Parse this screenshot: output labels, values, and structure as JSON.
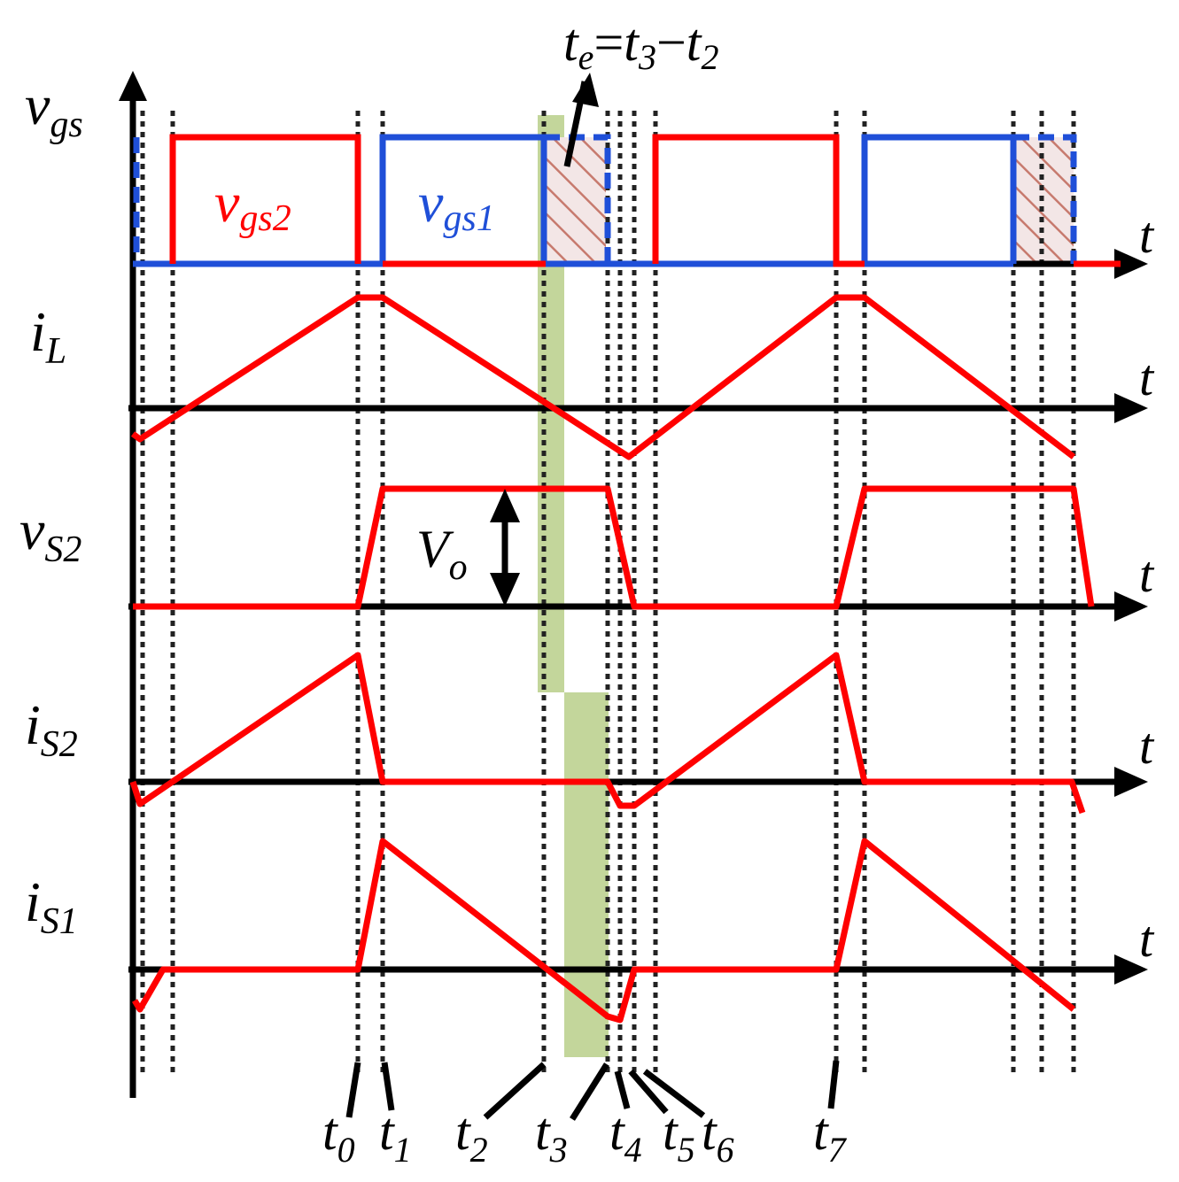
{
  "colors": {
    "signal": "#ff0000",
    "vgs1": "#1f4fd8",
    "axis": "#000000",
    "highlight": "#c3d69b",
    "grid": "#222222"
  },
  "rows": [
    {
      "id": "vgs",
      "label": "v",
      "sub": "gs"
    },
    {
      "id": "iL",
      "label": "i",
      "sub": "L"
    },
    {
      "id": "vS2",
      "label": "v",
      "sub": "S2"
    },
    {
      "id": "iS2",
      "label": "i",
      "sub": "S2"
    },
    {
      "id": "iS1",
      "label": "i",
      "sub": "S1"
    }
  ],
  "axis_label": "t",
  "signal_labels": {
    "vgs2": {
      "main": "v",
      "sub": "gs2"
    },
    "vgs1": {
      "main": "v",
      "sub": "gs1"
    }
  },
  "annotation": {
    "lhs": "t",
    "lhs_sub": "e",
    "eq": "=",
    "a": "t",
    "a_sub": "3",
    "minus": "−",
    "b": "t",
    "b_sub": "2"
  },
  "vo_label": {
    "main": "V",
    "sub": "o"
  },
  "time_labels": [
    {
      "main": "t",
      "sub": "0"
    },
    {
      "main": "t",
      "sub": "1"
    },
    {
      "main": "t",
      "sub": "2"
    },
    {
      "main": "t",
      "sub": "3"
    },
    {
      "main": "t",
      "sub": "4"
    },
    {
      "main": "t",
      "sub": "5"
    },
    {
      "main": "t",
      "sub": "6"
    },
    {
      "main": "t",
      "sub": "7"
    }
  ]
}
